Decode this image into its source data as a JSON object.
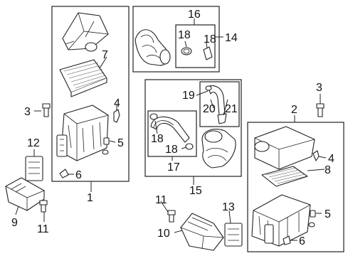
{
  "callouts": {
    "c1": "1",
    "c2": "2",
    "c3a": "3",
    "c3b": "3",
    "c4a": "4",
    "c4b": "4",
    "c5a": "5",
    "c5b": "5",
    "c6a": "6",
    "c6b": "6",
    "c7": "7",
    "c8": "8",
    "c9": "9",
    "c10": "10",
    "c11a": "11",
    "c11b": "11",
    "c12": "12",
    "c13": "13",
    "c14": "14",
    "c15": "15",
    "c16": "16",
    "c17": "17",
    "c18a": "18",
    "c18b": "18",
    "c18c": "18",
    "c18d": "18",
    "c19": "19",
    "c20": "20",
    "c21": "21"
  }
}
